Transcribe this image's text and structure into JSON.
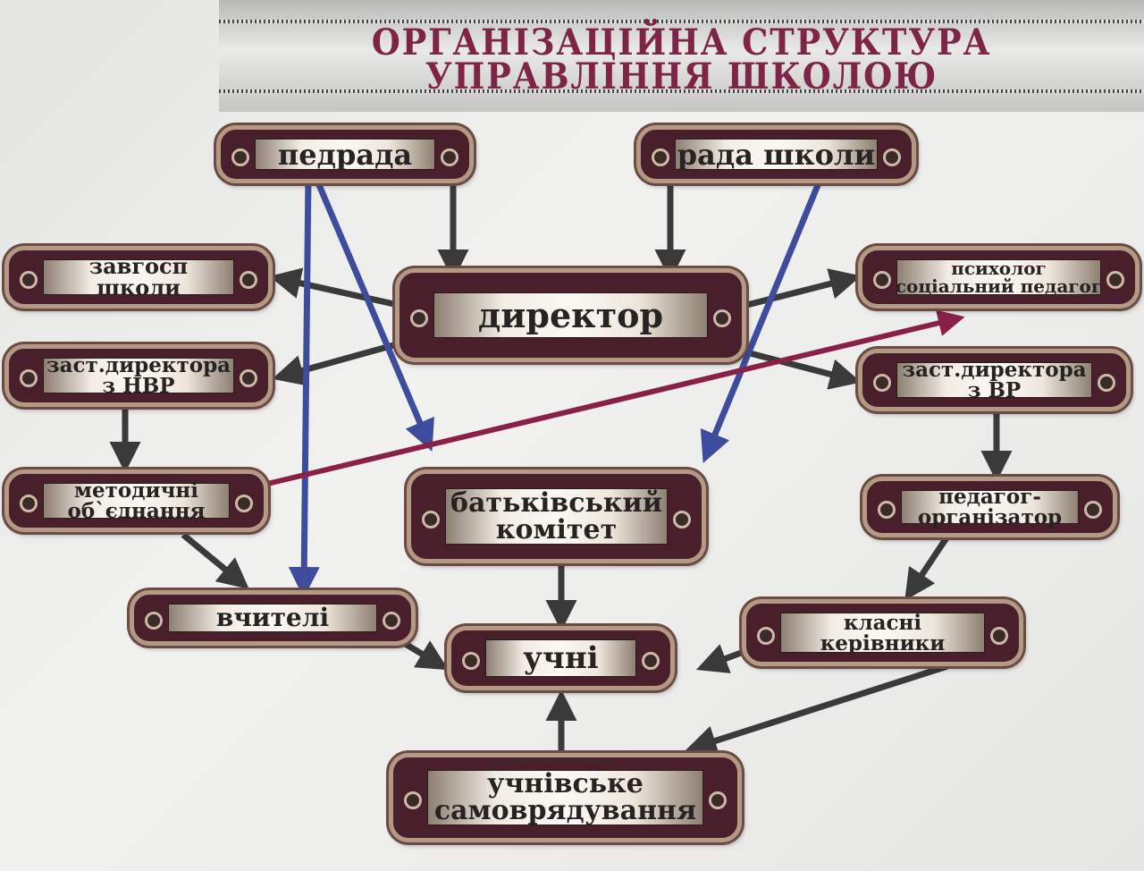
{
  "title": {
    "line1": "ОРГАНІЗАЦІЙНА СТРУКТУРА",
    "line2": "УПРАВЛІННЯ ШКОЛОЮ"
  },
  "nodes": {
    "pedrada": "педрада",
    "rada_shkoly": "рада школи",
    "zavhosp_1": "завгосп",
    "zavhosp_2": "школи",
    "director": "директор",
    "psycholog_1": "психолог",
    "psycholog_2": "соціальний педагог",
    "zast_nvr_1": "заст.директора",
    "zast_nvr_2": "з НВР",
    "zast_vr_1": "заст.директора",
    "zast_vr_2": "з ВР",
    "metodychni_1": "методичні",
    "metodychni_2": "об`єднання",
    "batkivskyi_1": "батьківський",
    "batkivskyi_2": "комітет",
    "pedorg_1": "педагог-",
    "pedorg_2": "організатор",
    "vchyteli": "вчителі",
    "klasni_1": "класні",
    "klasni_2": "керівники",
    "uchni": "учні",
    "samovr_1": "учнівське",
    "samovr_2": "самоврядування"
  },
  "colors": {
    "title": "#7e2447",
    "arrow_dark": "#3a3a3a",
    "arrow_blue": "#3d4c9c",
    "arrow_maroon": "#8a2048"
  }
}
